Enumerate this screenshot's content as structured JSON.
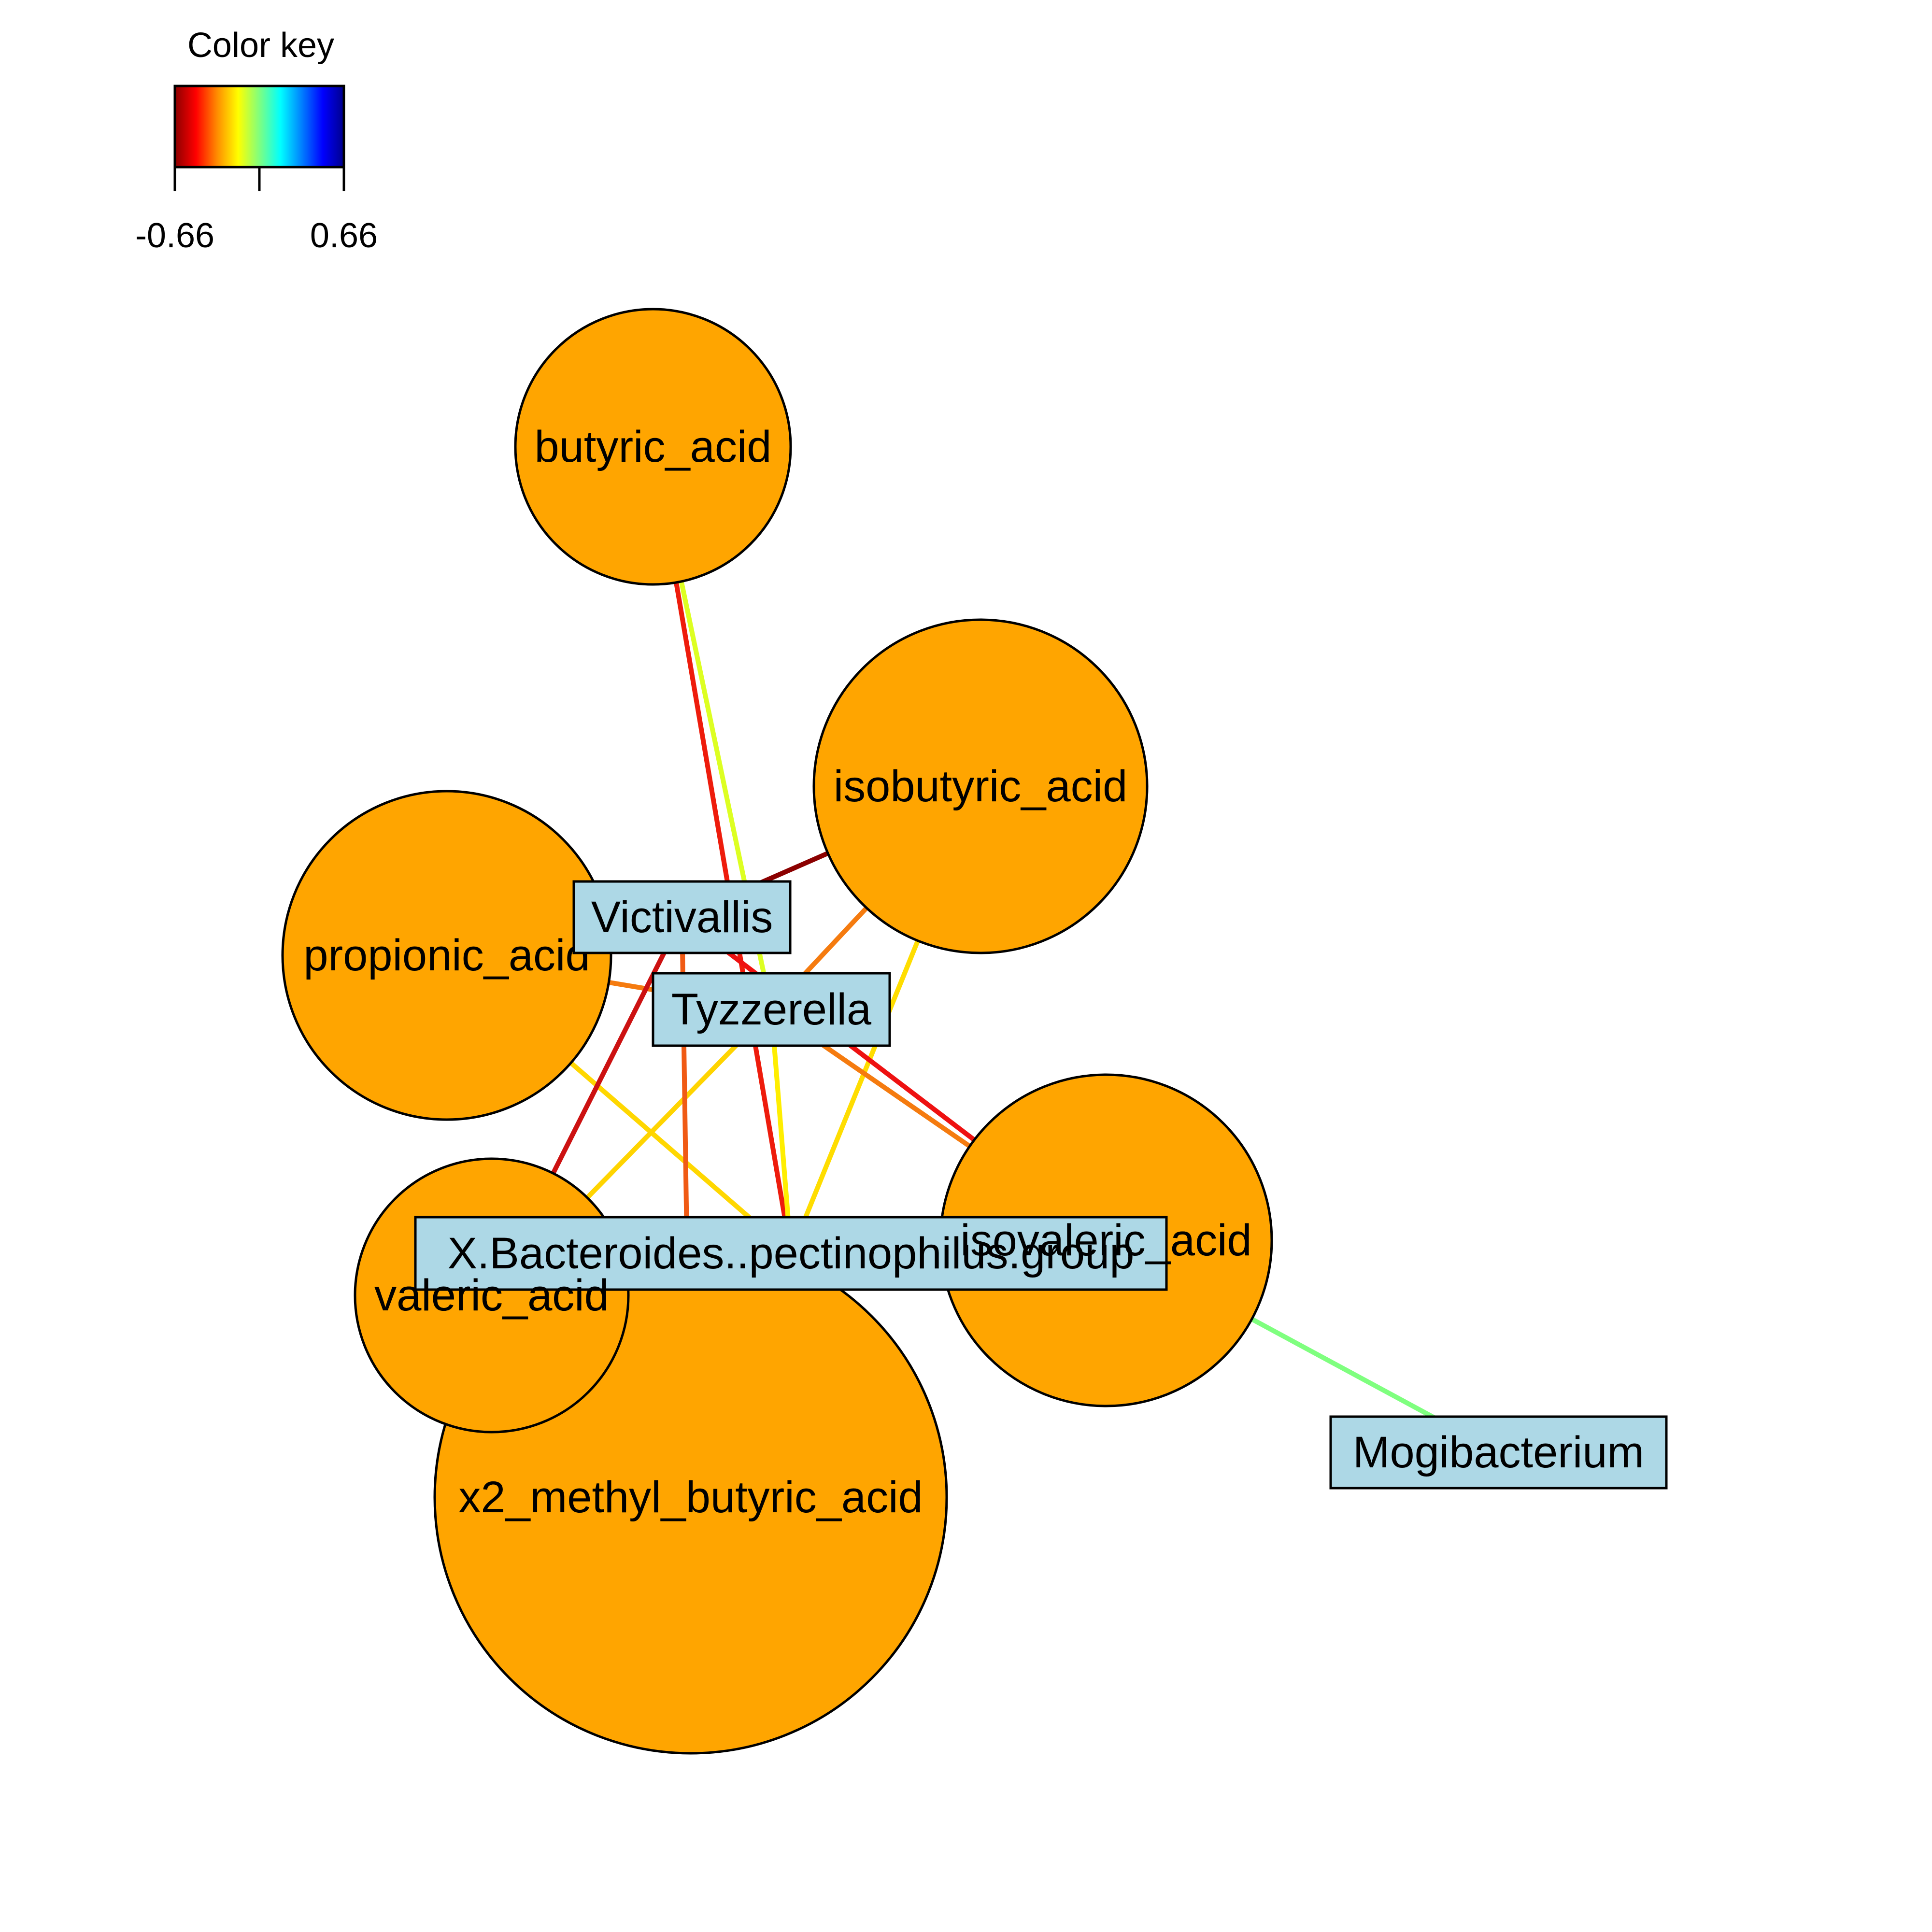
{
  "color_key": {
    "title": "Color key",
    "min_label": "-0.66",
    "max_label": "0.66",
    "gradient_colors": [
      "#8b0000",
      "#ff0000",
      "#ff8c00",
      "#ffff00",
      "#7fff7f",
      "#00ffff",
      "#0080ff",
      "#0000ff",
      "#00008b"
    ]
  },
  "colors": {
    "metabolite_fill": "#ffa500",
    "taxon_fill": "#add8e6",
    "outline": "#000000"
  },
  "nodes": [
    {
      "id": "butyric",
      "label": "butyric_acid",
      "kind": "metabolite"
    },
    {
      "id": "isobutyric",
      "label": "isobutyric_acid",
      "kind": "metabolite"
    },
    {
      "id": "propionic",
      "label": "propionic_acid",
      "kind": "metabolite"
    },
    {
      "id": "isovaleric",
      "label": "isovaleric_acid",
      "kind": "metabolite"
    },
    {
      "id": "x2methyl",
      "label": "x2_methyl_butyric_acid",
      "kind": "metabolite"
    },
    {
      "id": "valeric",
      "label": "valeric_acid",
      "kind": "metabolite"
    },
    {
      "id": "victivallis",
      "label": "Victivallis",
      "kind": "taxon"
    },
    {
      "id": "tyzzerella",
      "label": "Tyzzerella",
      "kind": "taxon"
    },
    {
      "id": "bacteroides",
      "label": "X.Bacteroides..pectinophilus.group",
      "kind": "taxon"
    },
    {
      "id": "mogibacterium",
      "label": "Mogibacterium",
      "kind": "taxon"
    }
  ],
  "edges": [
    {
      "source": "butyric",
      "target": "bacteroides",
      "color": "#ee1c0c"
    },
    {
      "source": "butyric",
      "target": "tyzzerella",
      "color": "#ddff22"
    },
    {
      "source": "isobutyric",
      "target": "victivallis",
      "color": "#8b0000"
    },
    {
      "source": "isobutyric",
      "target": "tyzzerella",
      "color": "#f57b0f"
    },
    {
      "source": "isobutyric",
      "target": "bacteroides",
      "color": "#ffdd00"
    },
    {
      "source": "propionic",
      "target": "tyzzerella",
      "color": "#f57b0f"
    },
    {
      "source": "propionic",
      "target": "bacteroides",
      "color": "#ffd700"
    },
    {
      "source": "victivallis",
      "target": "isovaleric",
      "color": "#ee1111"
    },
    {
      "source": "victivallis",
      "target": "valeric",
      "color": "#cc1111"
    },
    {
      "source": "tyzzerella",
      "target": "isovaleric",
      "color": "#f57b0f"
    },
    {
      "source": "tyzzerella",
      "target": "valeric",
      "color": "#ffd400"
    },
    {
      "source": "tyzzerella",
      "target": "bacteroides",
      "color": "#ffee00"
    },
    {
      "source": "x2methyl",
      "target": "victivallis",
      "color": "#f05a14"
    },
    {
      "source": "isovaleric",
      "target": "mogibacterium",
      "color": "#7fff7f"
    }
  ]
}
